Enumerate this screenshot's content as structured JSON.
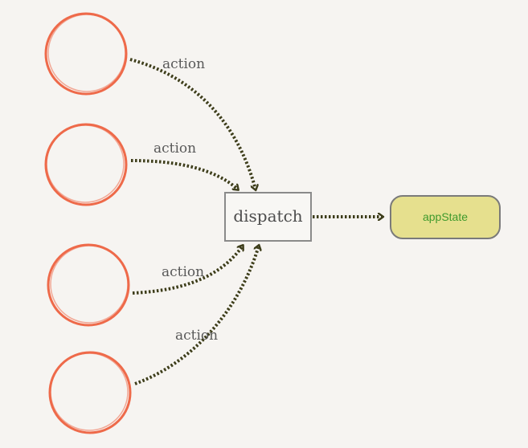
{
  "diagram": {
    "sources": [
      {
        "action_label": "action"
      },
      {
        "action_label": "action"
      },
      {
        "action_label": "action"
      },
      {
        "action_label": "action"
      }
    ],
    "dispatch_label": "dispatch",
    "state_label": "appState",
    "colors": {
      "background": "#f6f4f1",
      "source_circle": "#ee6a4a",
      "arrow": "#3d3d1a",
      "dispatch_border": "#8a8a8a",
      "state_fill": "#e6e08e",
      "state_border": "#7a7a7a",
      "state_text": "#3f9a2d"
    }
  }
}
